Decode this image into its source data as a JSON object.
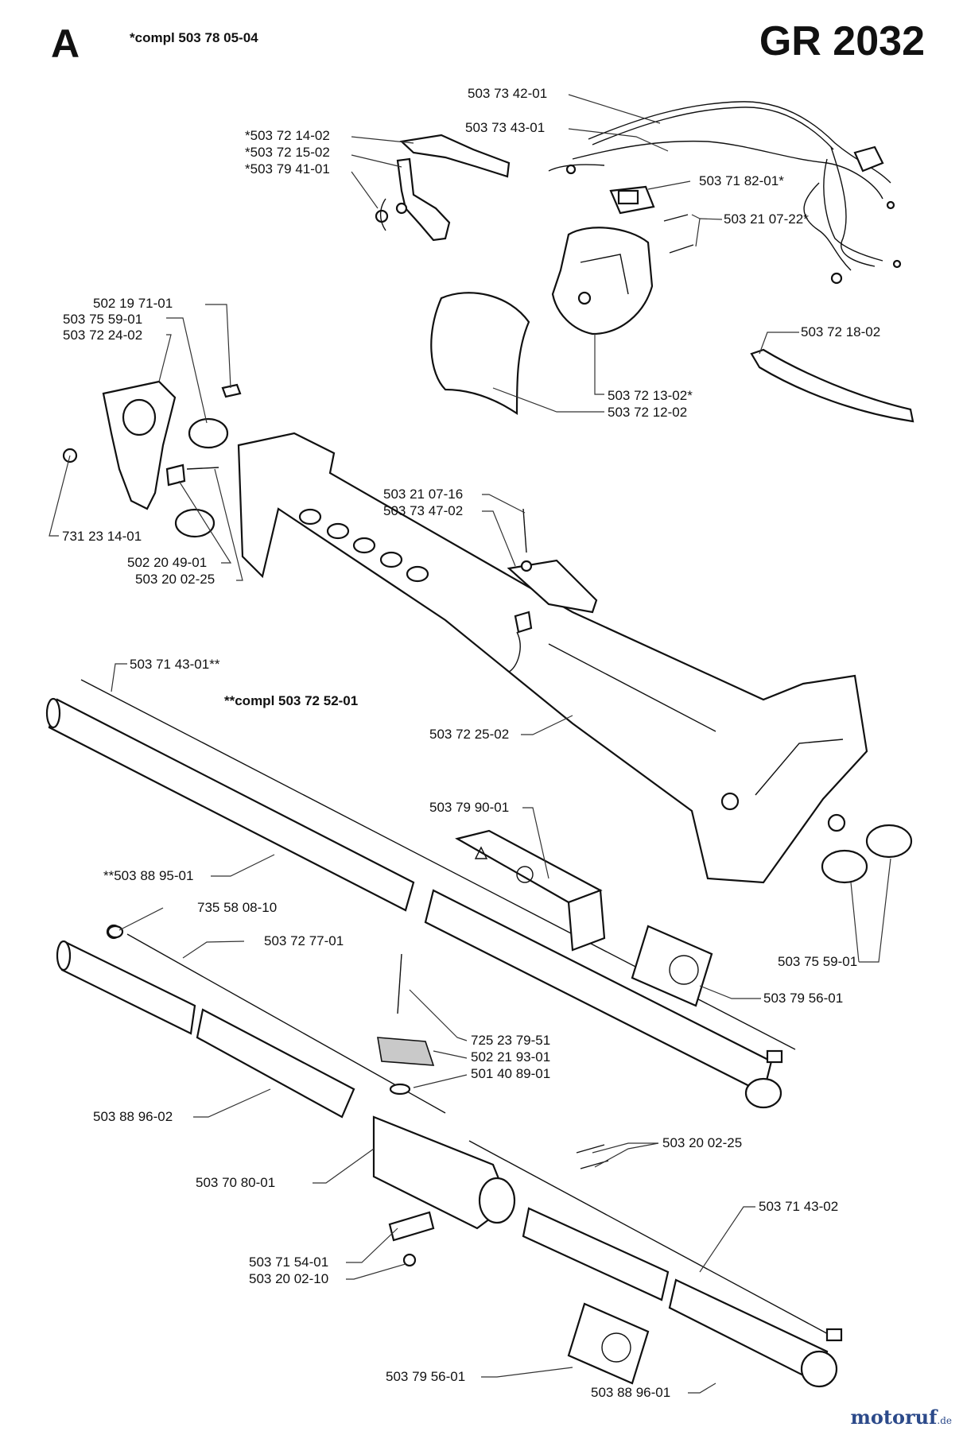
{
  "header": {
    "section": "A",
    "model": "GR 2032",
    "compl_note_1": "*compl 503 78 05-04",
    "compl_note_2": "**compl 503 72 52-01"
  },
  "parts": [
    "503 73 42-01",
    "503 73 43-01",
    "*503 72 14-02",
    "*503 72 15-02",
    "*503 79 41-01",
    "503 71 82-01*",
    "503 21 07-22*",
    "502 19 71-01",
    "503 75 59-01",
    "503 72 24-02",
    "503 72 18-02",
    "503 72 13-02*",
    "503 72 12-02",
    "503 21 07-16",
    "503 73 47-02",
    "731 23 14-01",
    "502 20 49-01",
    "503 20 02-25",
    "503 71 43-01**",
    "503 72 25-02",
    "503 79 90-01",
    "**503 88 95-01",
    "735 58 08-10",
    "503 72 77-01",
    "503 75 59-01",
    "503 79 56-01",
    "725 23 79-51",
    "502 21 93-01",
    "501 40 89-01",
    "503 88 96-02",
    "503 20 02-25",
    "503 70 80-01",
    "503 71 43-02",
    "503 71 54-01",
    "503 20 02-10",
    "503 79 56-01",
    "503 88 96-01"
  ],
  "watermark": {
    "brand": "motoruf",
    "tld": ".de"
  }
}
